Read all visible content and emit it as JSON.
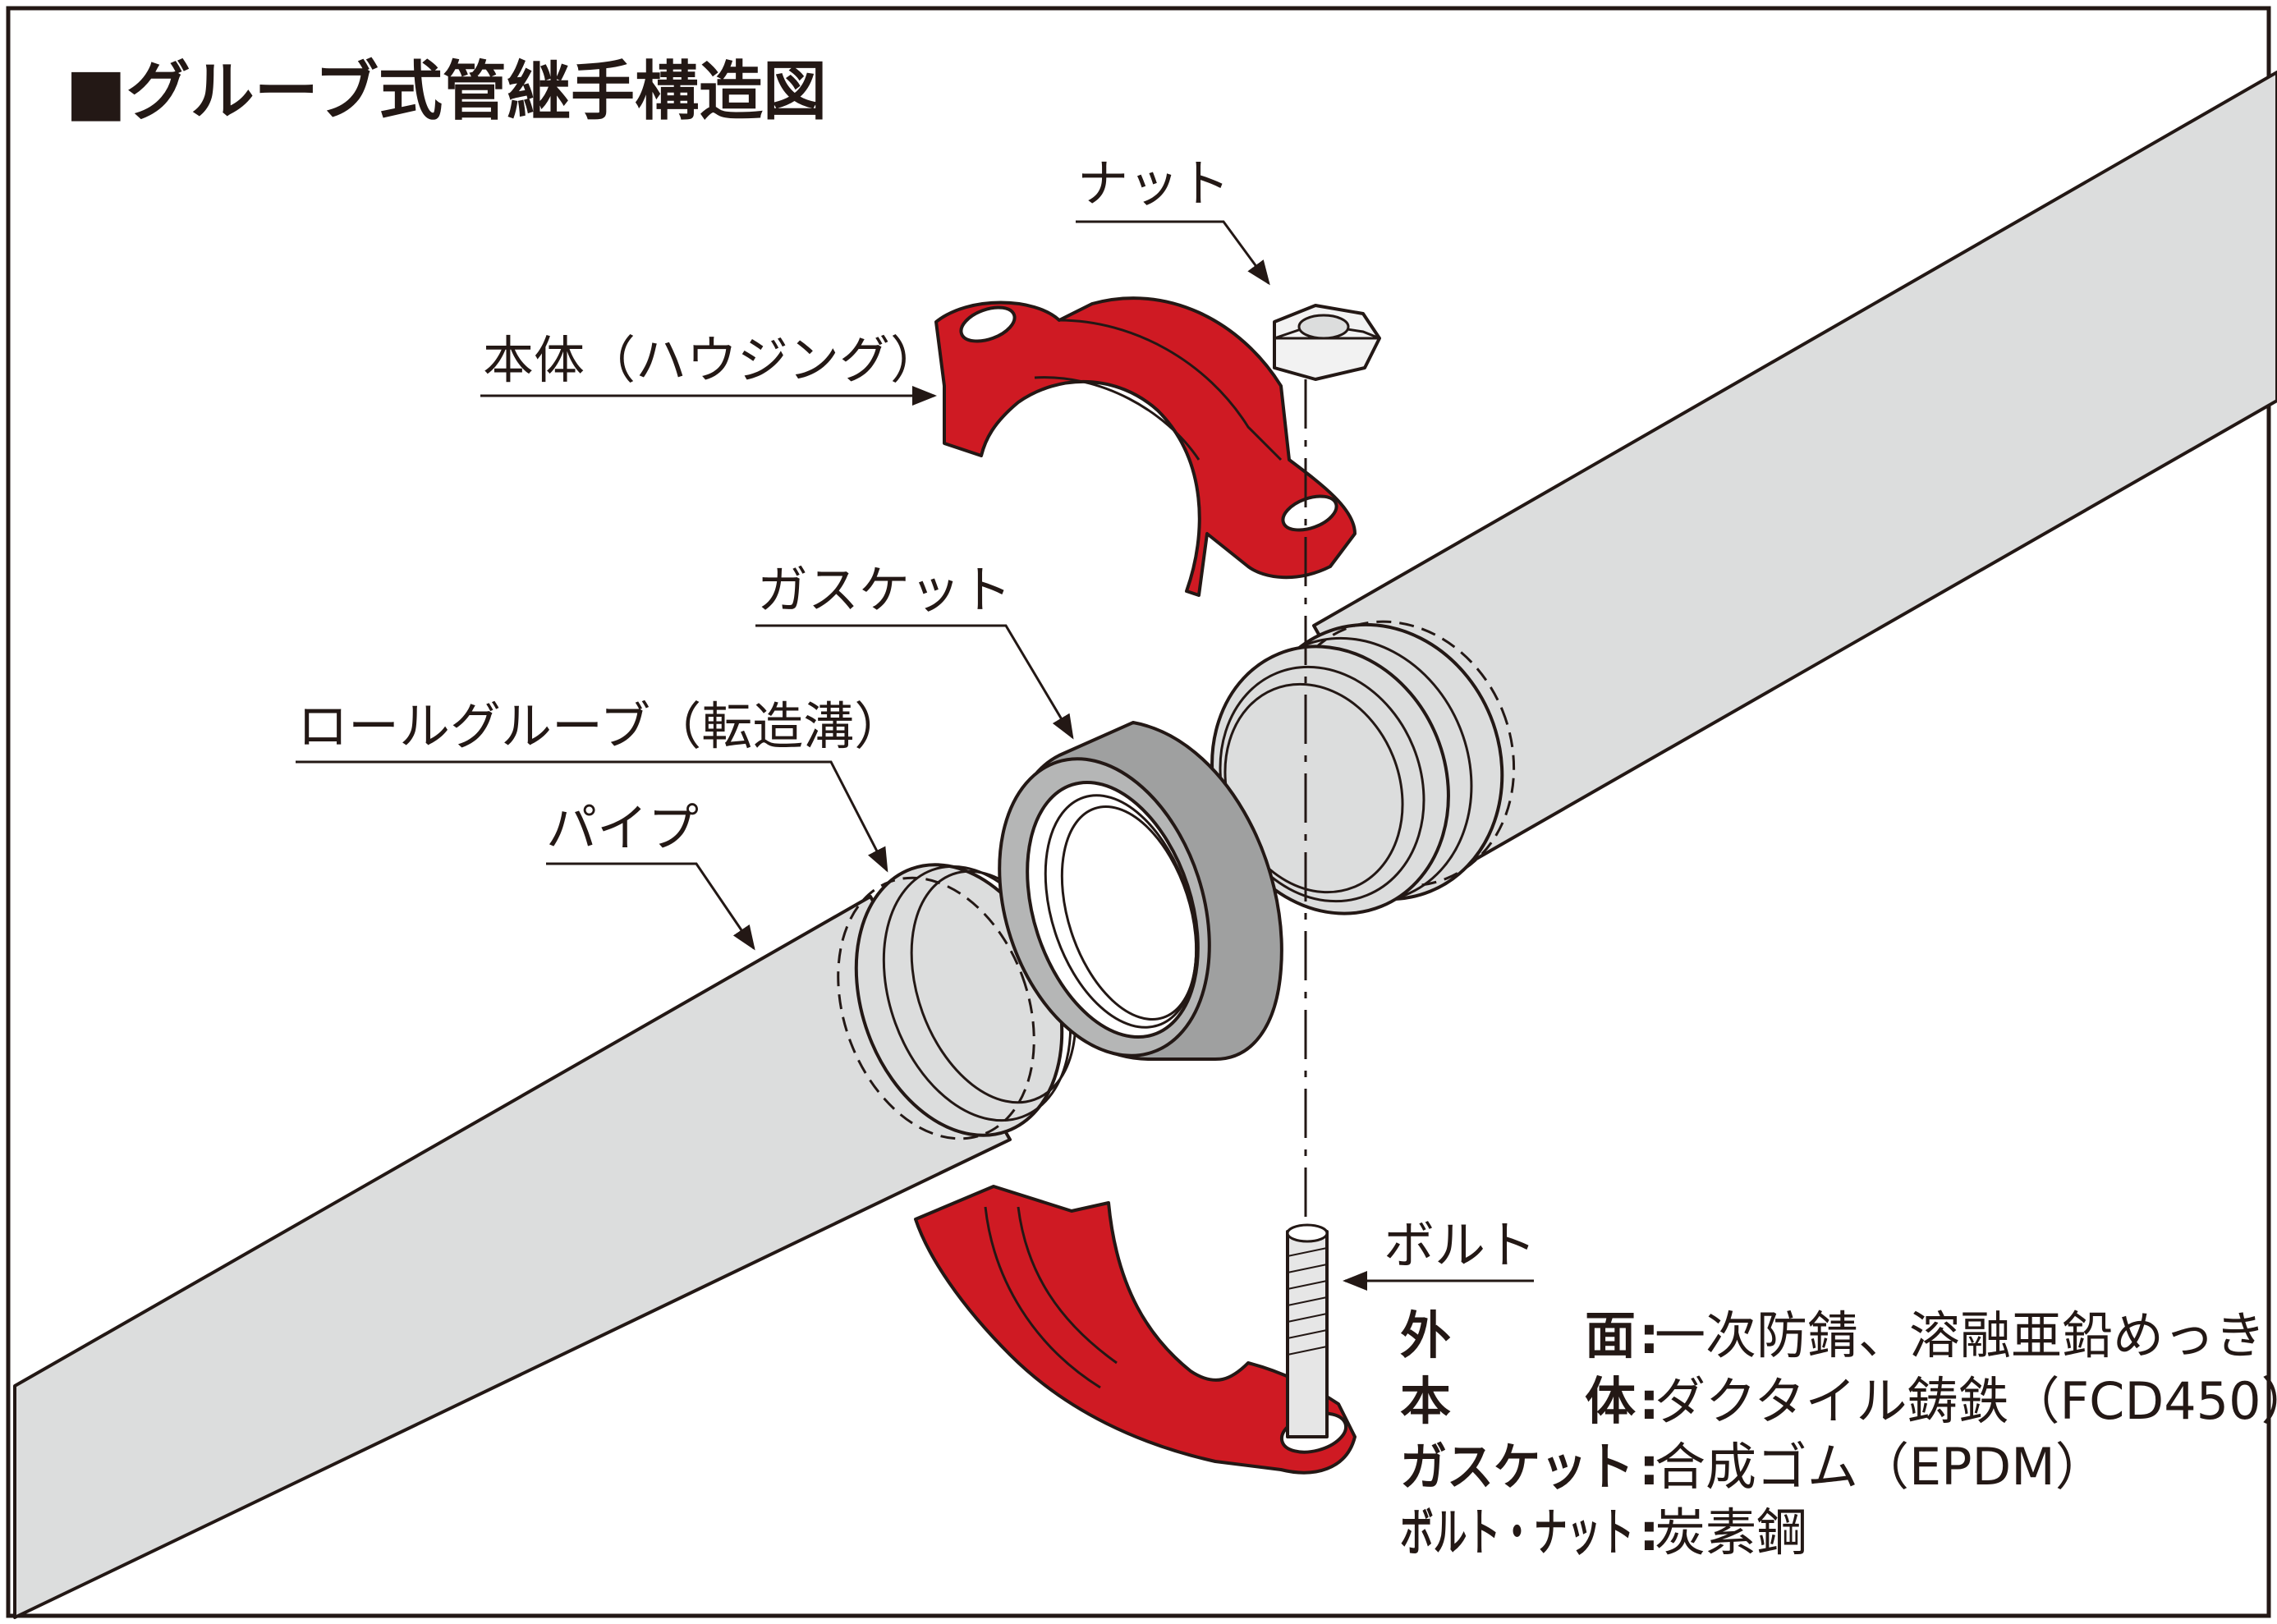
{
  "title": "■グルーブ式管継手構造図",
  "labels": {
    "nut": "ナット",
    "housing": "本体（ハウジング）",
    "gasket": "ガスケット",
    "roll_groove": "ロールグルーブ（転造溝）",
    "pipe": "パイプ",
    "bolt": "ボルト"
  },
  "specs": [
    {
      "key_a": "外",
      "key_b": "面",
      "value": "一次防錆、溶融亜鉛めっき"
    },
    {
      "key_a": "本",
      "key_b": "体",
      "value": "ダクタイル鋳鉄（FCD450）"
    },
    {
      "key_a": "ガスケット",
      "key_b": "",
      "value": "合成ゴム（EPDM）"
    },
    {
      "key_a": "ボルト・ナット",
      "key_b": "",
      "value": "炭素鋼"
    }
  ],
  "spec_separator": ":",
  "colors": {
    "housing": "#cf1a23",
    "pipe": "#dcdddd",
    "gasket": "#9fa0a0",
    "outline": "#231815"
  }
}
